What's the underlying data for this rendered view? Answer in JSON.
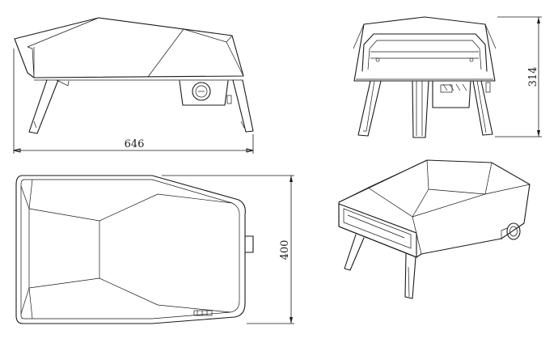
{
  "dimensions": {
    "width_label": "646",
    "height_label": "314",
    "depth_label": "400"
  }
}
